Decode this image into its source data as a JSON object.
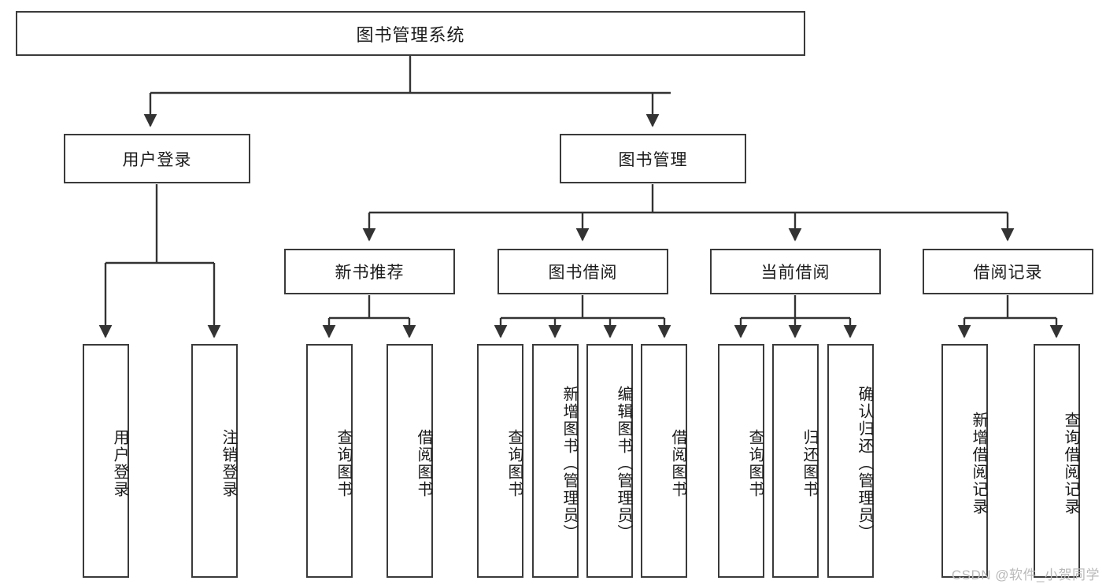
{
  "diagram": {
    "type": "tree",
    "title": "图书管理系统",
    "orientation": "top-down",
    "root": {
      "label": "图书管理系统"
    },
    "level1": [
      {
        "label": "用户登录"
      },
      {
        "label": "图书管理"
      }
    ],
    "level2": [
      {
        "label": "新书推荐"
      },
      {
        "label": "图书借阅"
      },
      {
        "label": "当前借阅"
      },
      {
        "label": "借阅记录"
      }
    ],
    "leaves": {
      "user_login": [
        {
          "label": "用户登录"
        },
        {
          "label": "注销登录"
        }
      ],
      "new_book_recommend": [
        {
          "label": "查询图书"
        },
        {
          "label": "借阅图书"
        }
      ],
      "book_borrow": [
        {
          "label": "查询图书"
        },
        {
          "label": "新增图书（管理员）"
        },
        {
          "label": "编辑图书（管理员）"
        },
        {
          "label": "借阅图书"
        }
      ],
      "current_borrow": [
        {
          "label": "查询图书"
        },
        {
          "label": "归还图书"
        },
        {
          "label": "确认归还（管理员）"
        }
      ],
      "borrow_record": [
        {
          "label": "新增借阅记录"
        },
        {
          "label": "查询借阅记录"
        }
      ]
    }
  },
  "watermark": {
    "text": "CSDN @软件_小贺同学"
  },
  "colors": {
    "border": "#3a3a3a",
    "text": "#1b1b1b",
    "background": "#ffffff",
    "connector": "#333333",
    "watermark": "#b9b9b9"
  }
}
